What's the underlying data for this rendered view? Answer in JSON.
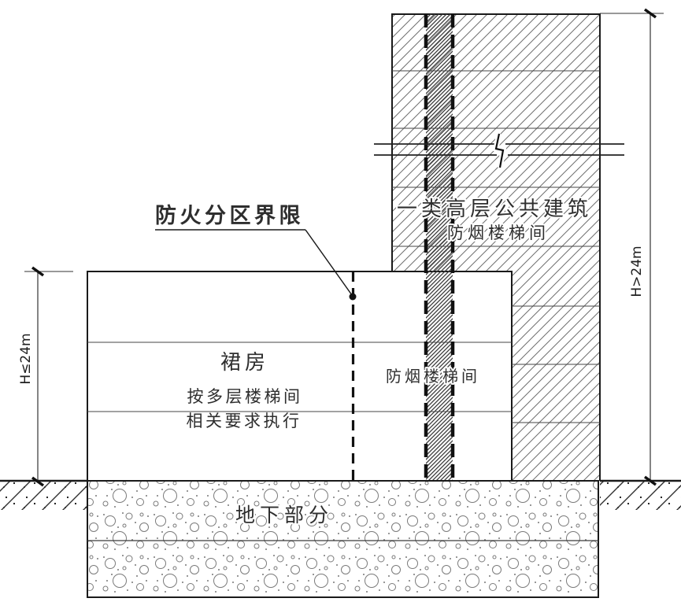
{
  "labels": {
    "fire_boundary": "防火分区界限",
    "tower_building": "一类高层公共建筑",
    "tower_staircase": "防烟楼梯间",
    "podium_name": "裙房",
    "podium_note_1": "按多层楼梯间",
    "podium_note_2": "相关要求执行",
    "podium_staircase": "防烟楼梯间",
    "basement": "地下部分",
    "dim_podium_height": "H≤24m",
    "dim_tower_height": "H>24m"
  },
  "colors": {
    "background": "#ffffff",
    "outline": "#1a1a1a",
    "floor_line": "#444444",
    "hatch": "#6f6f6f",
    "shaft_hatch": "#383838",
    "dashed_boundary": "#111111",
    "text_dark": "#111111",
    "text_gray": "#4a4a4a"
  }
}
